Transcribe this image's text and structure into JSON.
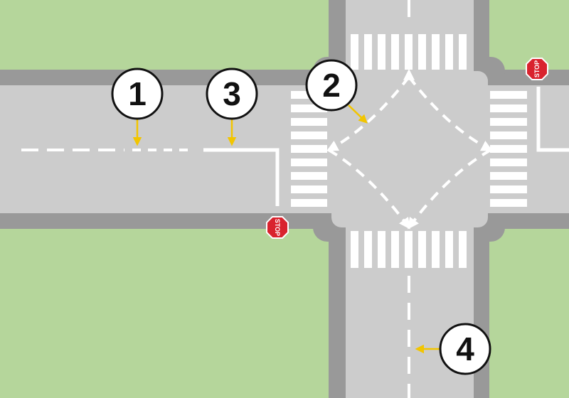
{
  "colors": {
    "grass": "#b5d69b",
    "road": "#cccccc",
    "curb": "#999999",
    "marking": "#ffffff",
    "stop_sign": "#d9232e",
    "callout_arrow": "#f2c500",
    "callout_border": "#111111"
  },
  "stop_signs": [
    {
      "id": "stop-sign-east",
      "label": "STOP"
    },
    {
      "id": "stop-sign-west",
      "label": "STOP"
    }
  ],
  "callouts": [
    {
      "id": "callout-1",
      "label": "1"
    },
    {
      "id": "callout-2",
      "label": "2"
    },
    {
      "id": "callout-3",
      "label": "3"
    },
    {
      "id": "callout-4",
      "label": "4"
    }
  ]
}
